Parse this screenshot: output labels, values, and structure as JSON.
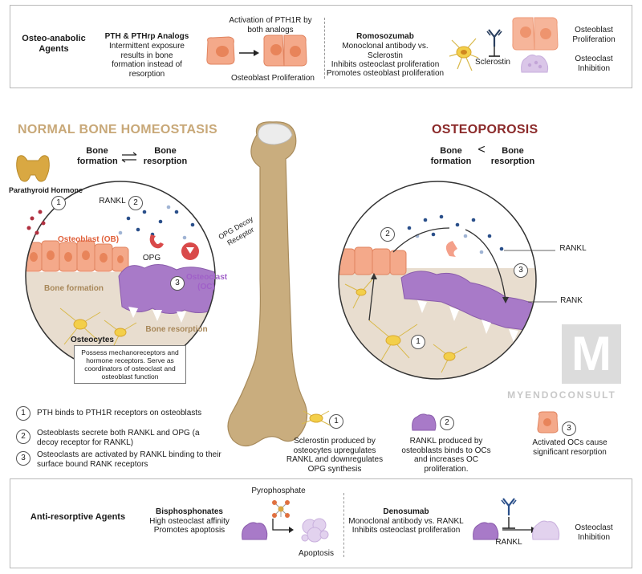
{
  "top_panel": {
    "title": "Osteo-anabolic Agents",
    "pth_title": "PTH & PTHrp Analogs",
    "pth_desc": "Intermittent exposure results in bone formation instead of resorption",
    "activation": "Activation of PTH1R by both analogs",
    "osteoblast_prolif": "Osteoblast Proliferation",
    "romo_title": "Romosozumab",
    "romo_desc1": "Monoclonal antibody vs. Sclerostin",
    "romo_desc2": "Inhibits osteoclast proliferation",
    "romo_desc3": "Promotes osteoblast proliferation",
    "sclerostin": "Sclerostin",
    "ob_prolif": "Osteoblast Proliferation",
    "oc_inhib": "Osteoclast Inhibition"
  },
  "normal": {
    "title": "NORMAL BONE HOMEOSTASIS",
    "formation": "Bone formation",
    "resorption": "Bone resorption",
    "pth": "Parathyroid Hormone",
    "rankl": "RANKL",
    "osteoblast": "Osteoblast (OB)",
    "opg": "OPG",
    "decoy": "OPG Decoy Receptor",
    "osteoclast": "Osteoclast (OC)",
    "bone_formation": "Bone formation",
    "bone_resorption": "Bone resorption",
    "osteocytes": "Osteocytes",
    "osteocytes_desc": "Possess mechanoreceptors and hormone receptors. Serve as coordinators of osteoclast and osteoblast function"
  },
  "osteoporosis": {
    "title": "OSTEOPOROSIS",
    "formation": "Bone formation",
    "resorption": "Bone resorption",
    "rankl": "RANKL",
    "rank": "RANK"
  },
  "steps_left": [
    {
      "n": "1",
      "text": "PTH binds to PTH1R receptors on osteoblasts"
    },
    {
      "n": "2",
      "text": "Osteoblasts secrete both RANKL and OPG (a decoy receptor for RANKL)"
    },
    {
      "n": "3",
      "text": "Osteoclasts are activated by RANKL binding to their surface bound RANK receptors"
    }
  ],
  "steps_bottom": [
    {
      "n": "1",
      "text": "Sclerostin produced by osteocytes upregulates RANKL and downregulates OPG synthesis"
    },
    {
      "n": "2",
      "text": "RANKL produced by osteoblasts binds to OCs and increases OC proliferation."
    },
    {
      "n": "3",
      "text": "Activated OCs cause significant resorption"
    }
  ],
  "bottom_panel": {
    "title": "Anti-resorptive Agents",
    "bis_title": "Bisphosphonates",
    "bis_desc1": "High osteoclast affinity",
    "bis_desc2": "Promotes apoptosis",
    "pyro": "Pyrophosphate",
    "apoptosis": "Apoptosis",
    "deno_title": "Denosumab",
    "deno_desc1": "Monoclonal antibody vs. RANKL",
    "deno_desc2": "Inhibits osteoclast proliferation",
    "rankl": "RANKL",
    "oc_inhib": "Osteoclast Inhibition"
  },
  "watermark": "MYENDOCONSULT",
  "colors": {
    "normal_title": "#c8a878",
    "osteo_title": "#8b2a2a",
    "osteoblast": "#f4a98a",
    "osteoclast": "#a87ac8",
    "bone": "#c9ad7e",
    "rankl_dot": "#2a4f8a",
    "opg": "#d94a4a"
  }
}
